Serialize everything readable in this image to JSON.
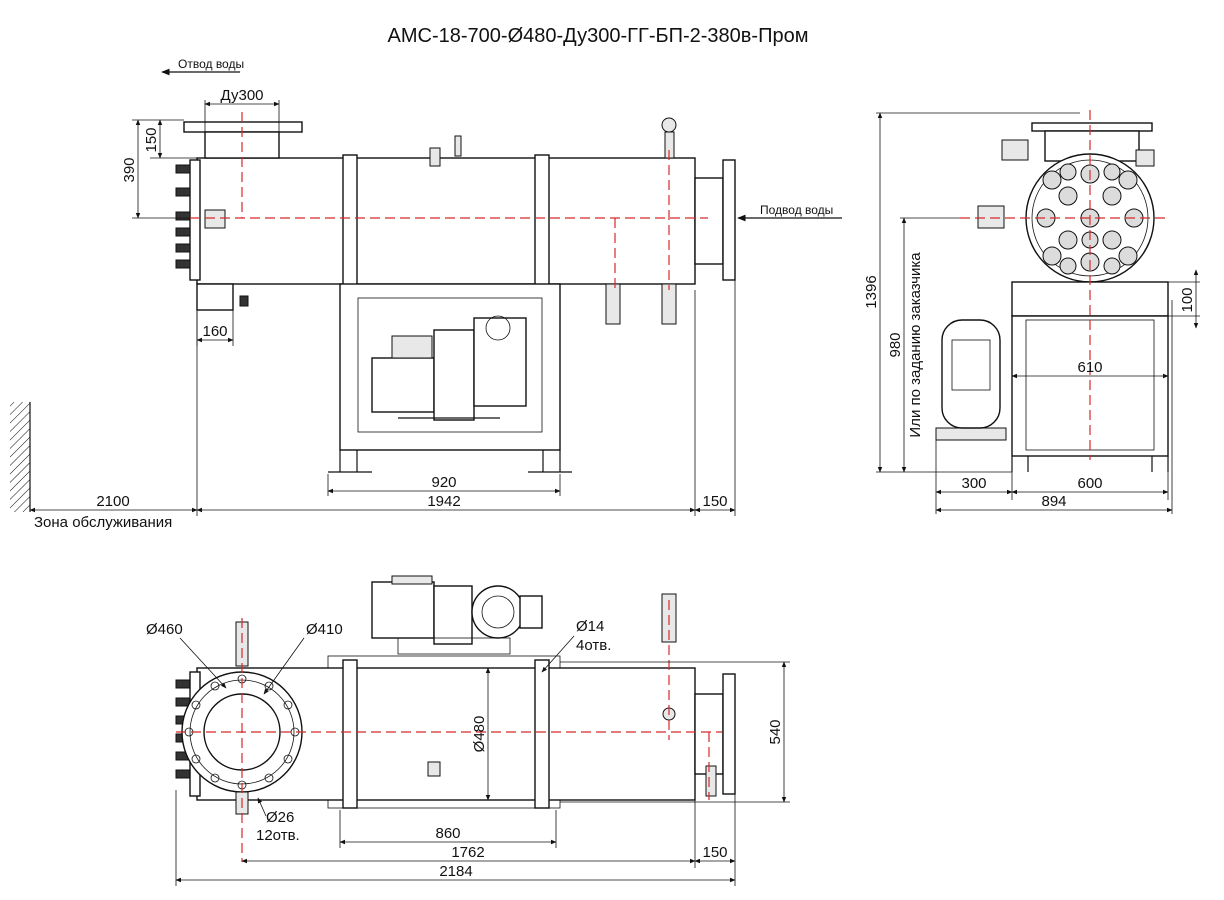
{
  "title": "АМС-18-700-Ø480-Ду300-ГГ-БП-2-380в-Пром",
  "side_view": {
    "outlet_label": "Отвод воды",
    "inlet_label": "Подвод воды",
    "flange_label": "Ду300",
    "dim_flange_height": "150",
    "dim_outlet_height": "390",
    "dim_drain": "160",
    "dim_frame": "920",
    "dim_total": "1942",
    "dim_inlet": "150",
    "dim_service": "2100",
    "service_zone_label": "Зона обслуживания"
  },
  "end_view": {
    "dim_height_total": "1396",
    "dim_height_axis": "980",
    "dim_height_note": "Или по заданию заказчика",
    "dim_frame_height": "100",
    "dim_frame_width": "610",
    "dim_pump_offset": "300",
    "dim_frame_span": "600",
    "dim_total_width": "894"
  },
  "top_view": {
    "dim_flange_outer": "Ø460",
    "dim_flange_inner": "Ø410",
    "dim_mount_holes": "Ø14",
    "mount_holes_count": "4отв.",
    "dim_body_diameter": "Ø480",
    "dim_width": "540",
    "dim_flange_holes": "Ø26",
    "flange_holes_count": "12отв.",
    "dim_frame": "860",
    "dim_length": "1762",
    "dim_inlet": "150",
    "dim_total": "2184"
  }
}
